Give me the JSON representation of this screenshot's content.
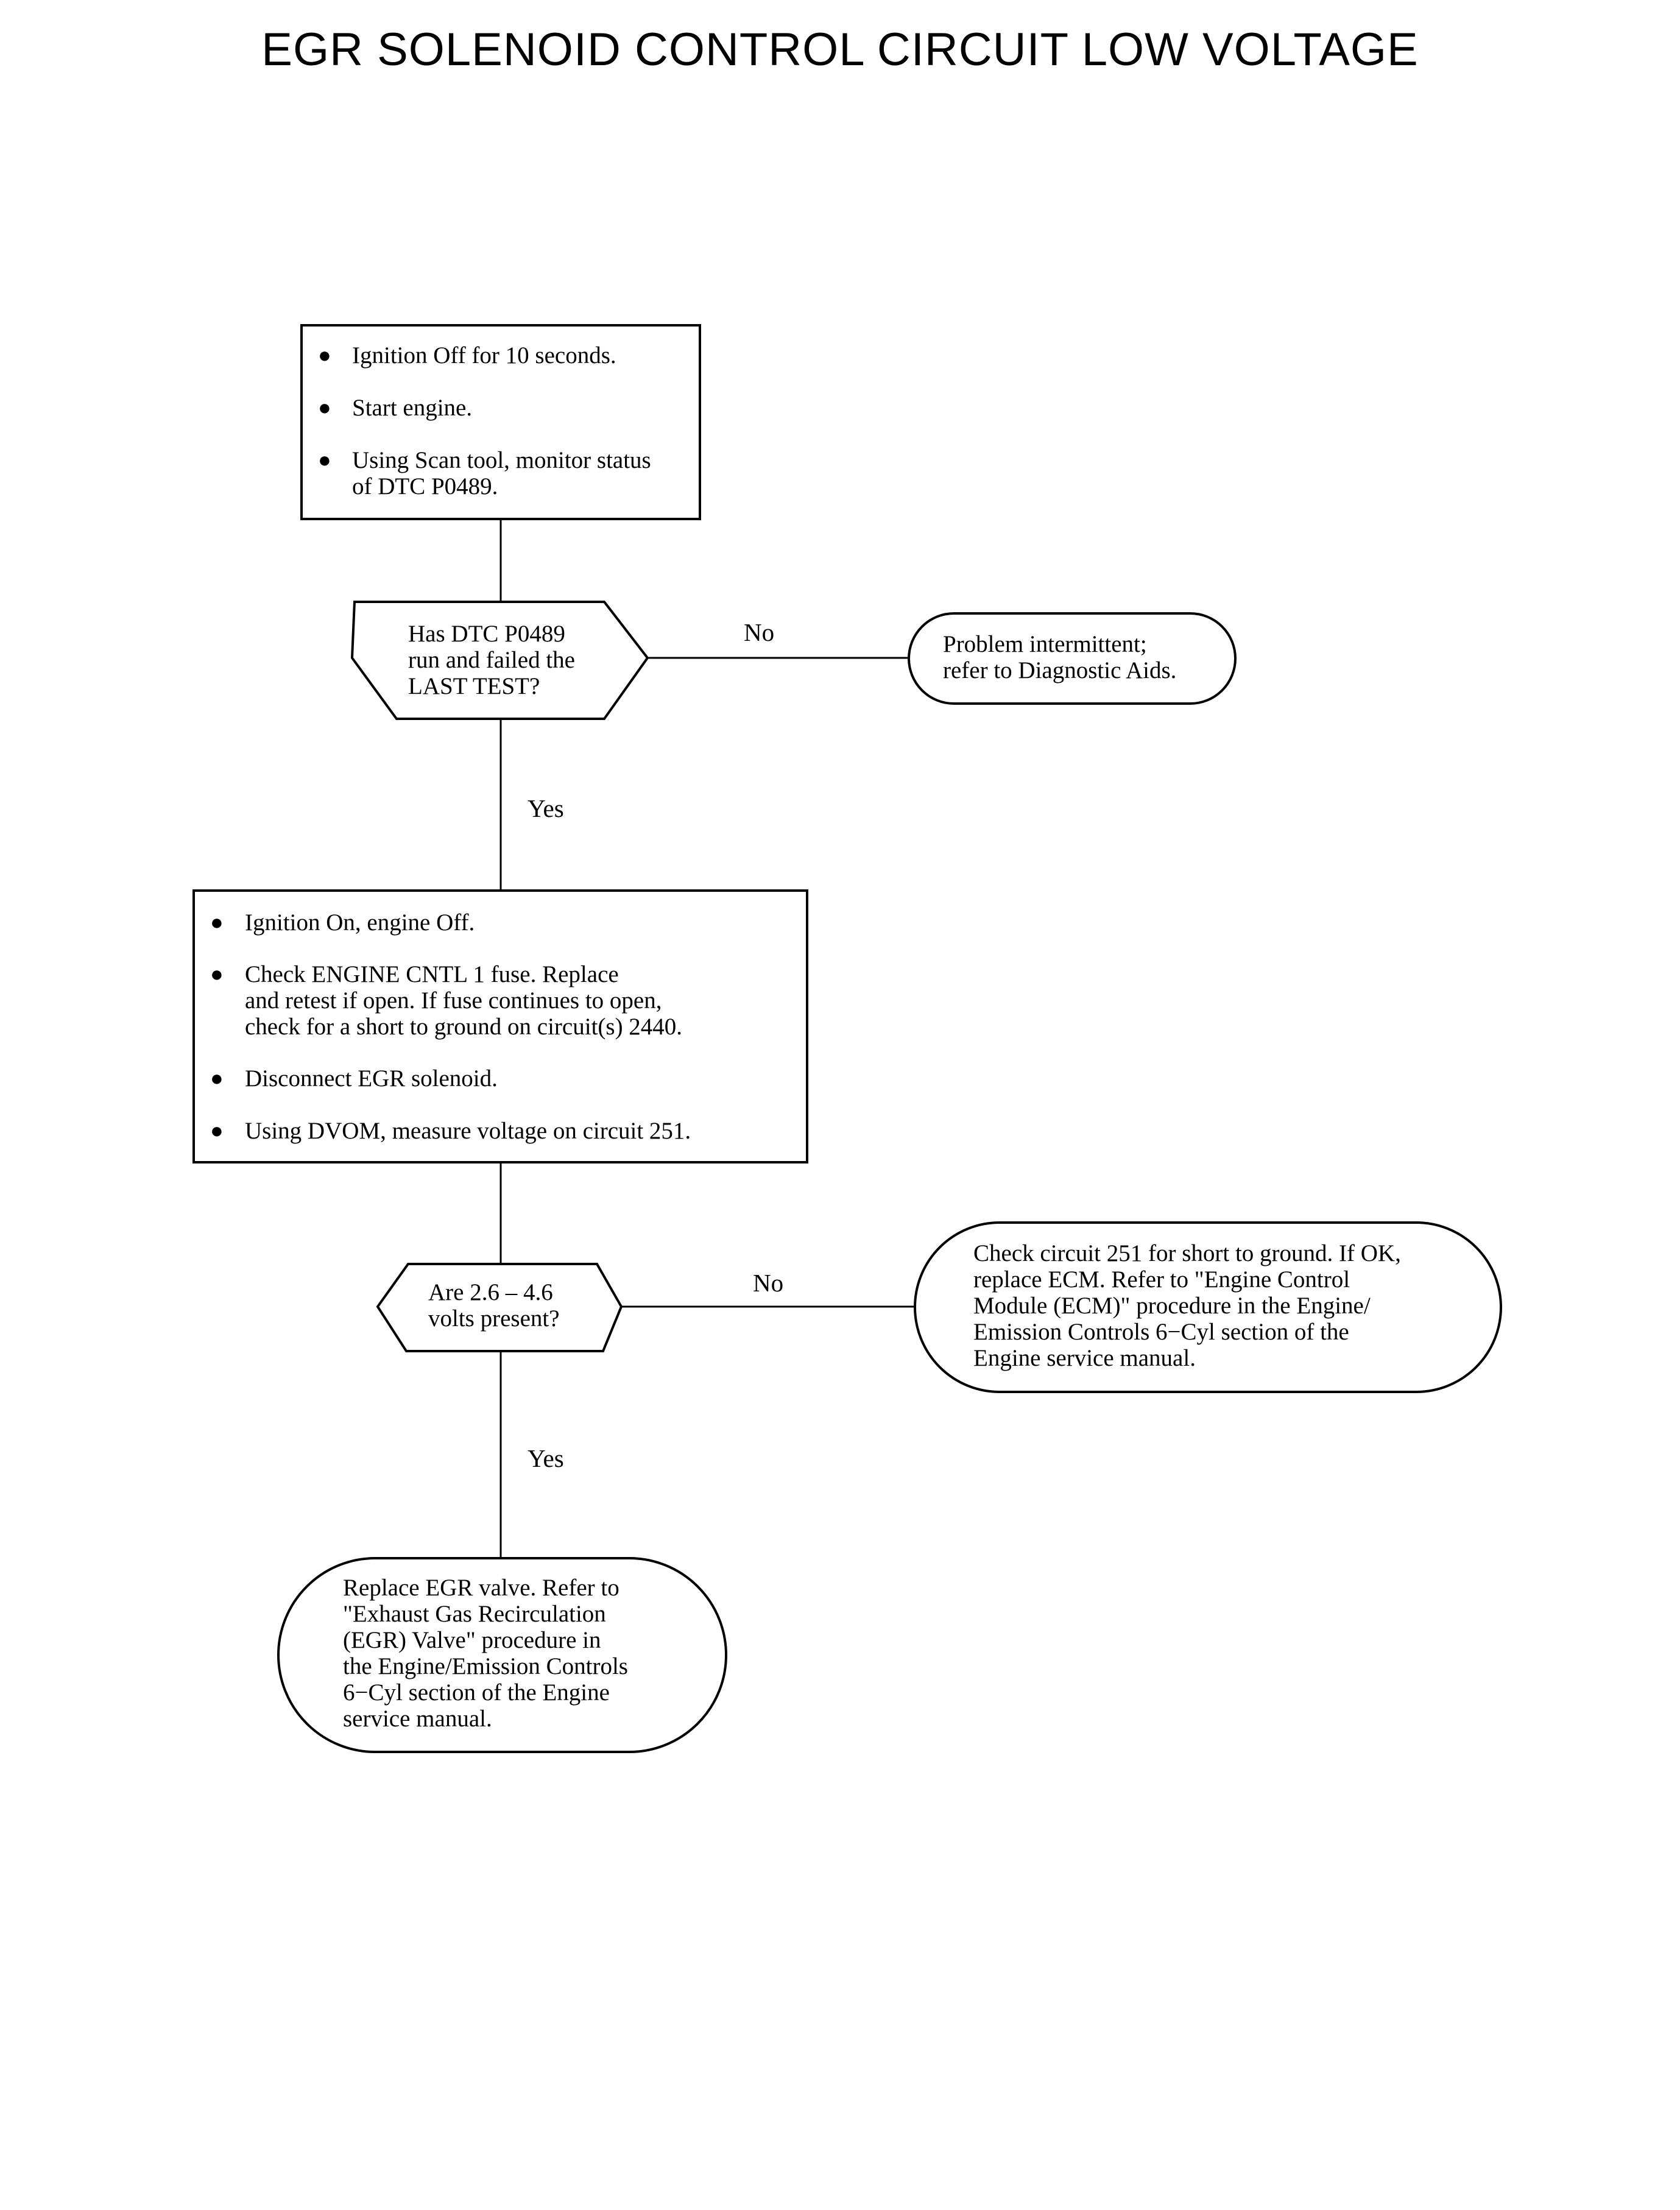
{
  "title": "EGR SOLENOID CONTROL CIRCUIT LOW VOLTAGE",
  "step1": {
    "bullets": [
      "Ignition Off for 10 seconds.",
      "Start engine.",
      "Using Scan tool, monitor status",
      "of DTC P0489."
    ]
  },
  "decision1": {
    "lines": [
      "Has DTC P0489",
      "run and failed the",
      "LAST TEST?"
    ],
    "no_label": "No",
    "yes_label": "Yes"
  },
  "result_intermittent": {
    "lines": [
      "Problem intermittent;",
      "refer to Diagnostic Aids."
    ]
  },
  "step2": {
    "lines": [
      "Ignition On, engine Off.",
      "Check ENGINE CNTL 1 fuse. Replace",
      "and retest if open.  If fuse continues to open,",
      "check for a short to ground on circuit(s) 2440.",
      "Disconnect EGR solenoid.",
      "Using DVOM, measure voltage on circuit 251."
    ]
  },
  "decision2": {
    "lines": [
      "Are 2.6 – 4.6",
      "volts present?"
    ],
    "no_label": "No",
    "yes_label": "Yes"
  },
  "result_ecm": {
    "lines": [
      "Check circuit 251 for short to ground. If OK,",
      "replace ECM. Refer to \"Engine Control",
      "Module (ECM)\" procedure in the Engine/",
      "Emission Controls 6−Cyl section of the",
      "Engine service manual."
    ]
  },
  "result_egr": {
    "lines": [
      "Replace EGR valve. Refer to",
      "\"Exhaust Gas Recirculation",
      "(EGR) Valve\" procedure in",
      "the Engine/Emission Controls",
      "6−Cyl section of the Engine",
      "service manual."
    ]
  }
}
